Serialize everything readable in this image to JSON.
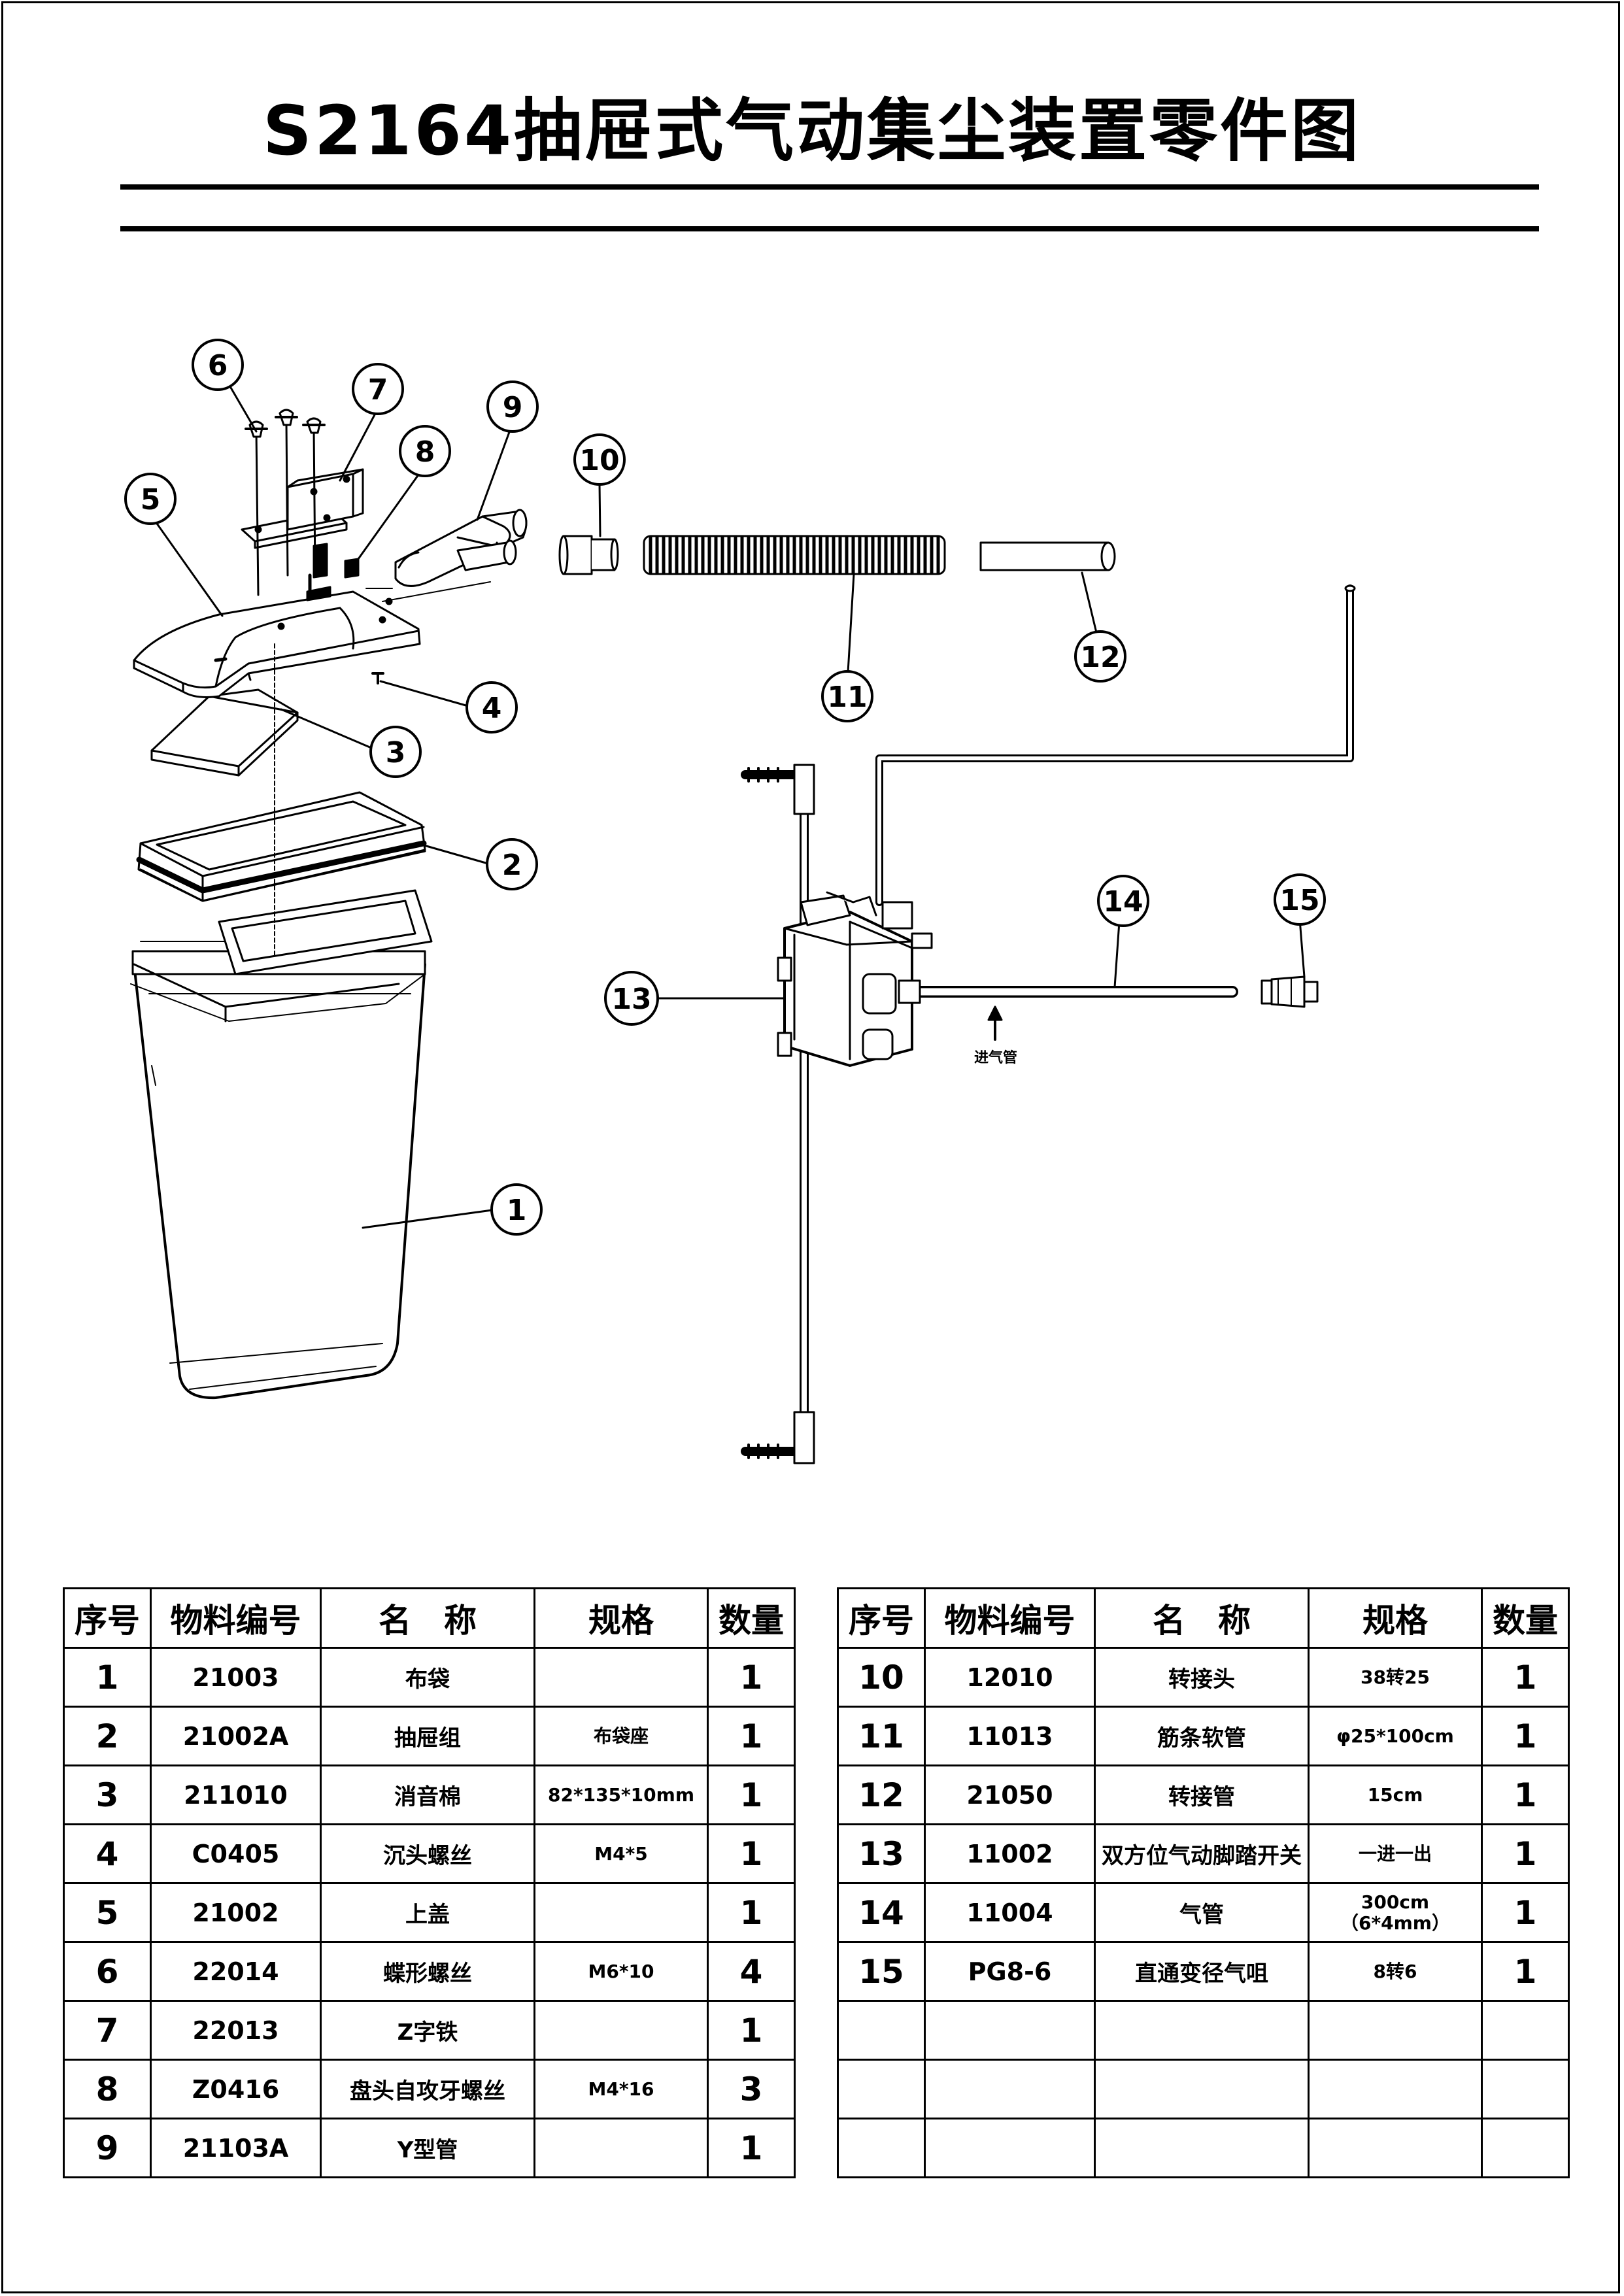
{
  "title": "S2164抽屉式气动集尘装置零件图",
  "diagram": {
    "callouts": [
      "1",
      "2",
      "3",
      "4",
      "5",
      "6",
      "7",
      "8",
      "9",
      "10",
      "11",
      "12",
      "13",
      "14",
      "15"
    ],
    "inlet_label": "进气管"
  },
  "table": {
    "headers": [
      "序号",
      "物料编号",
      "名　称",
      "规格",
      "数量"
    ],
    "left_rows": [
      {
        "no": "1",
        "code": "21003",
        "name": "布袋",
        "spec": "",
        "qty": "1"
      },
      {
        "no": "2",
        "code": "21002A",
        "name": "抽屉组",
        "spec": "布袋座",
        "qty": "1"
      },
      {
        "no": "3",
        "code": "211010",
        "name": "消音棉",
        "spec": "82*135*10mm",
        "qty": "1"
      },
      {
        "no": "4",
        "code": "C0405",
        "name": "沉头螺丝",
        "spec": "M4*5",
        "qty": "1"
      },
      {
        "no": "5",
        "code": "21002",
        "name": "上盖",
        "spec": "",
        "qty": "1"
      },
      {
        "no": "6",
        "code": "22014",
        "name": "蝶形螺丝",
        "spec": "M6*10",
        "qty": "4"
      },
      {
        "no": "7",
        "code": "22013",
        "name": "Z字铁",
        "spec": "",
        "qty": "1"
      },
      {
        "no": "8",
        "code": "Z0416",
        "name": "盘头自攻牙螺丝",
        "spec": "M4*16",
        "qty": "3"
      },
      {
        "no": "9",
        "code": "21103A",
        "name": "Y型管",
        "spec": "",
        "qty": "1"
      }
    ],
    "right_rows": [
      {
        "no": "10",
        "code": "12010",
        "name": "转接头",
        "spec": "38转25",
        "qty": "1"
      },
      {
        "no": "11",
        "code": "11013",
        "name": "筋条软管",
        "spec": "φ25*100cm",
        "qty": "1"
      },
      {
        "no": "12",
        "code": "21050",
        "name": "转接管",
        "spec": "15cm",
        "qty": "1"
      },
      {
        "no": "13",
        "code": "11002",
        "name": "双方位气动脚踏开关",
        "spec": "一进一出",
        "qty": "1"
      },
      {
        "no": "14",
        "code": "11004",
        "name": "气管",
        "spec": "300cm\n（6*4mm）",
        "qty": "1"
      },
      {
        "no": "15",
        "code": "PG8-6",
        "name": "直通变径气咀",
        "spec": "8转6",
        "qty": "1"
      },
      {
        "no": "",
        "code": "",
        "name": "",
        "spec": "",
        "qty": ""
      },
      {
        "no": "",
        "code": "",
        "name": "",
        "spec": "",
        "qty": ""
      },
      {
        "no": "",
        "code": "",
        "name": "",
        "spec": "",
        "qty": ""
      }
    ]
  }
}
